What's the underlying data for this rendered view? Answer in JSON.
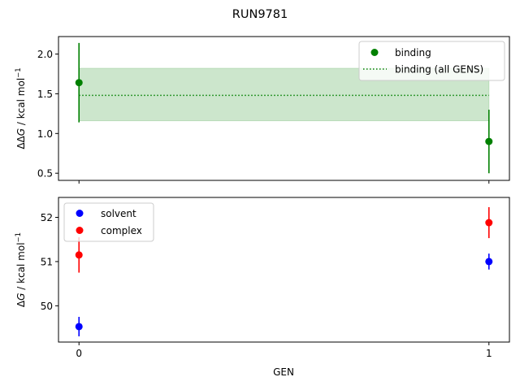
{
  "figure": {
    "title": "RUN9781",
    "xlabel": "GEN",
    "xlim": [
      -0.05,
      1.05
    ],
    "xticks": [
      0,
      1
    ],
    "xtick_labels": [
      "0",
      "1"
    ]
  },
  "chart_data": [
    {
      "type": "scatter",
      "panel": "top",
      "ylabel_prefix": "ΔΔ",
      "ylabel_var": "G",
      "ylabel_units": " / kcal mol",
      "ylabel_sup": "−1",
      "ylim": [
        0.41,
        2.22
      ],
      "yticks": [
        0.5,
        1.0,
        1.5,
        2.0
      ],
      "ytick_labels": [
        "0.5",
        "1.0",
        "1.5",
        "2.0"
      ],
      "grid": false,
      "legend_position": "top-right",
      "series": [
        {
          "name": "binding",
          "color": "#008000",
          "marker": "circle",
          "x": [
            0,
            1
          ],
          "y": [
            1.64,
            0.9
          ],
          "yerr": [
            0.5,
            0.4
          ]
        }
      ],
      "reference": {
        "name": "binding (all GENS)",
        "color": "#008000",
        "style": "dotted",
        "value": 1.48,
        "band": [
          1.16,
          1.82
        ],
        "band_color": "#cce6cc"
      }
    },
    {
      "type": "scatter",
      "panel": "bottom",
      "ylabel_prefix": "Δ",
      "ylabel_var": "G",
      "ylabel_units": " / kcal mol",
      "ylabel_sup": "−1",
      "ylim": [
        49.18,
        52.45
      ],
      "yticks": [
        50,
        51,
        52
      ],
      "ytick_labels": [
        "50",
        "51",
        "52"
      ],
      "grid": false,
      "legend_position": "top-left",
      "series": [
        {
          "name": "solvent",
          "color": "#0000ff",
          "marker": "circle",
          "x": [
            0,
            1
          ],
          "y": [
            49.53,
            51.0
          ],
          "yerr": [
            0.22,
            0.18
          ]
        },
        {
          "name": "complex",
          "color": "#ff0000",
          "marker": "circle",
          "x": [
            0,
            1
          ],
          "y": [
            51.15,
            51.88
          ],
          "yerr": [
            0.4,
            0.35
          ]
        }
      ]
    }
  ]
}
